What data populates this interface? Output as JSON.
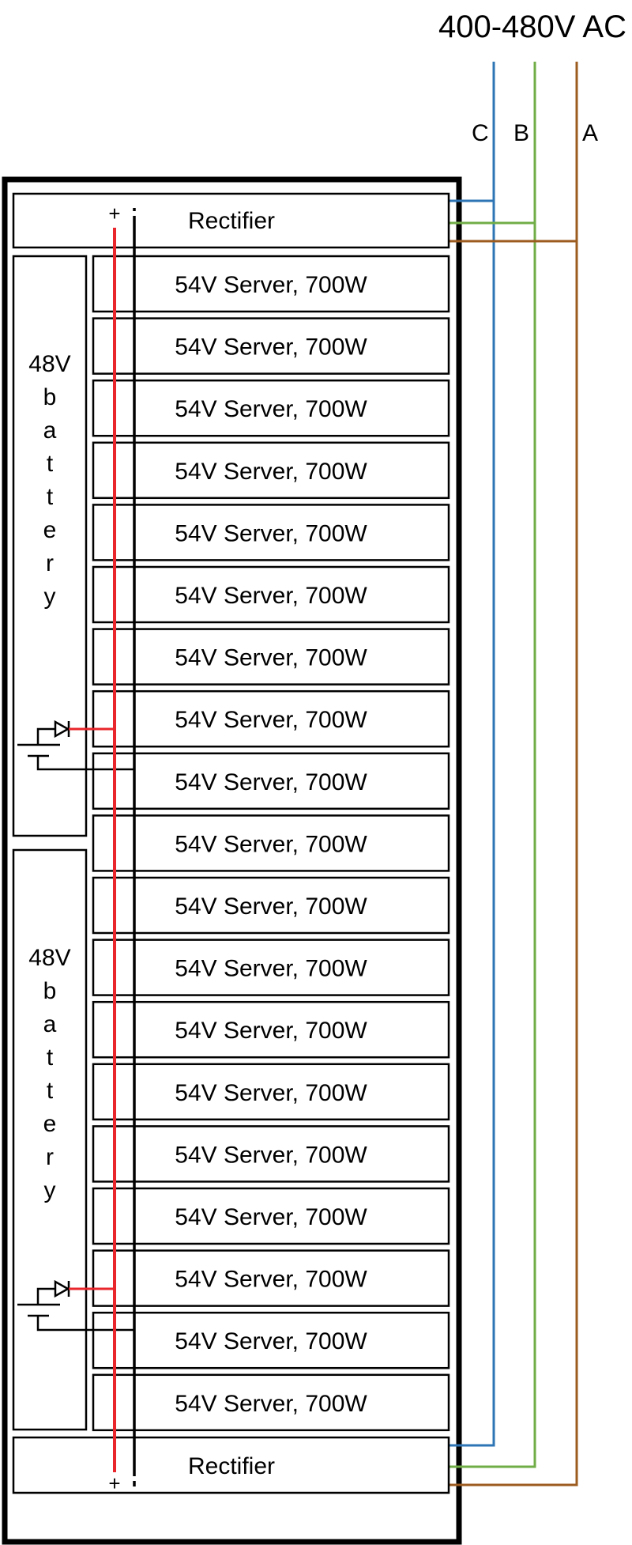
{
  "diagram": {
    "supply_label": "400-480V AC",
    "phases": [
      {
        "label": "C",
        "color": "#2e75b6"
      },
      {
        "label": "B",
        "color": "#70ad47"
      },
      {
        "label": "A",
        "color": "#9c5b1f"
      }
    ],
    "rectifier_label": "Rectifier",
    "server_label": "54V Server, 700W",
    "server_count": 19,
    "battery_label_lines": [
      "48V",
      "b",
      "a",
      "t",
      "t",
      "e",
      "r",
      "y"
    ],
    "battery_count": 2,
    "plus_symbol": "+",
    "colors": {
      "positive_bus": "#e8262b",
      "negative_bus": "#000000",
      "outline": "#000000",
      "background": "#ffffff"
    }
  }
}
